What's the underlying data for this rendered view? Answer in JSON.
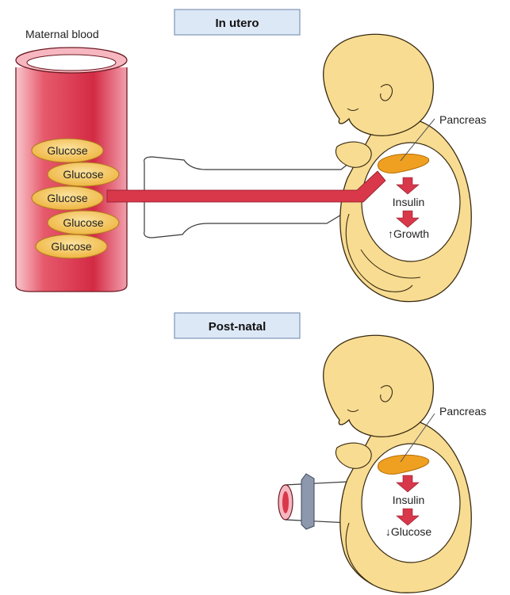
{
  "top_panel": {
    "title": "In utero",
    "maternal_label": "Maternal blood",
    "glucose_labels": [
      "Glucose",
      "Glucose",
      "Glucose",
      "Glucose",
      "Glucose"
    ],
    "pancreas_label": "Pancreas",
    "insulin_label": "Insulin",
    "growth_label": "↑Growth"
  },
  "bottom_panel": {
    "title": "Post-natal",
    "pancreas_label": "Pancreas",
    "insulin_label": "Insulin",
    "glucose_label": "↓Glucose"
  },
  "colors": {
    "skin": "#f7dc92",
    "skin_outline": "#3a2a10",
    "vessel": "#e0384e",
    "vessel_light": "#f7b7c0",
    "glucose_fill": "#f4c050",
    "pancreas": "#f0a020",
    "arrow": "#d8384a",
    "box_fill": "#dde8f7",
    "box_stroke": "#7f95b5"
  }
}
